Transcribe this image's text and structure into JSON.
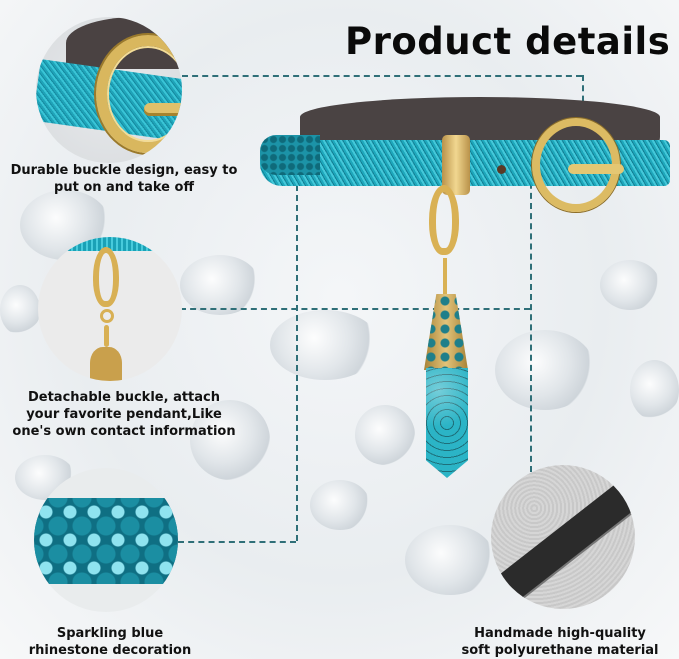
{
  "page": {
    "title": "Product details",
    "accent_color": "#2f6f78",
    "product_teal": "#1ea7bb",
    "gold": "#dcbb63"
  },
  "callouts": [
    {
      "id": "buckle",
      "image": "buckle-closeup",
      "caption_line1": "Durable buckle design, easy to",
      "caption_line2": "put on and take off"
    },
    {
      "id": "clasp",
      "image": "clasp-closeup",
      "caption_line1": "Detachable buckle, attach",
      "caption_line2": "your favorite pendant,Like",
      "caption_line3": "one's own contact information"
    },
    {
      "id": "rhinestone",
      "image": "rhinestone-closeup",
      "caption_line1": "Sparkling blue",
      "caption_line2": "rhinestone decoration"
    },
    {
      "id": "material",
      "image": "leather-closeup",
      "caption_line1": "Handmade high-quality",
      "caption_line2": "soft polyurethane material"
    }
  ]
}
